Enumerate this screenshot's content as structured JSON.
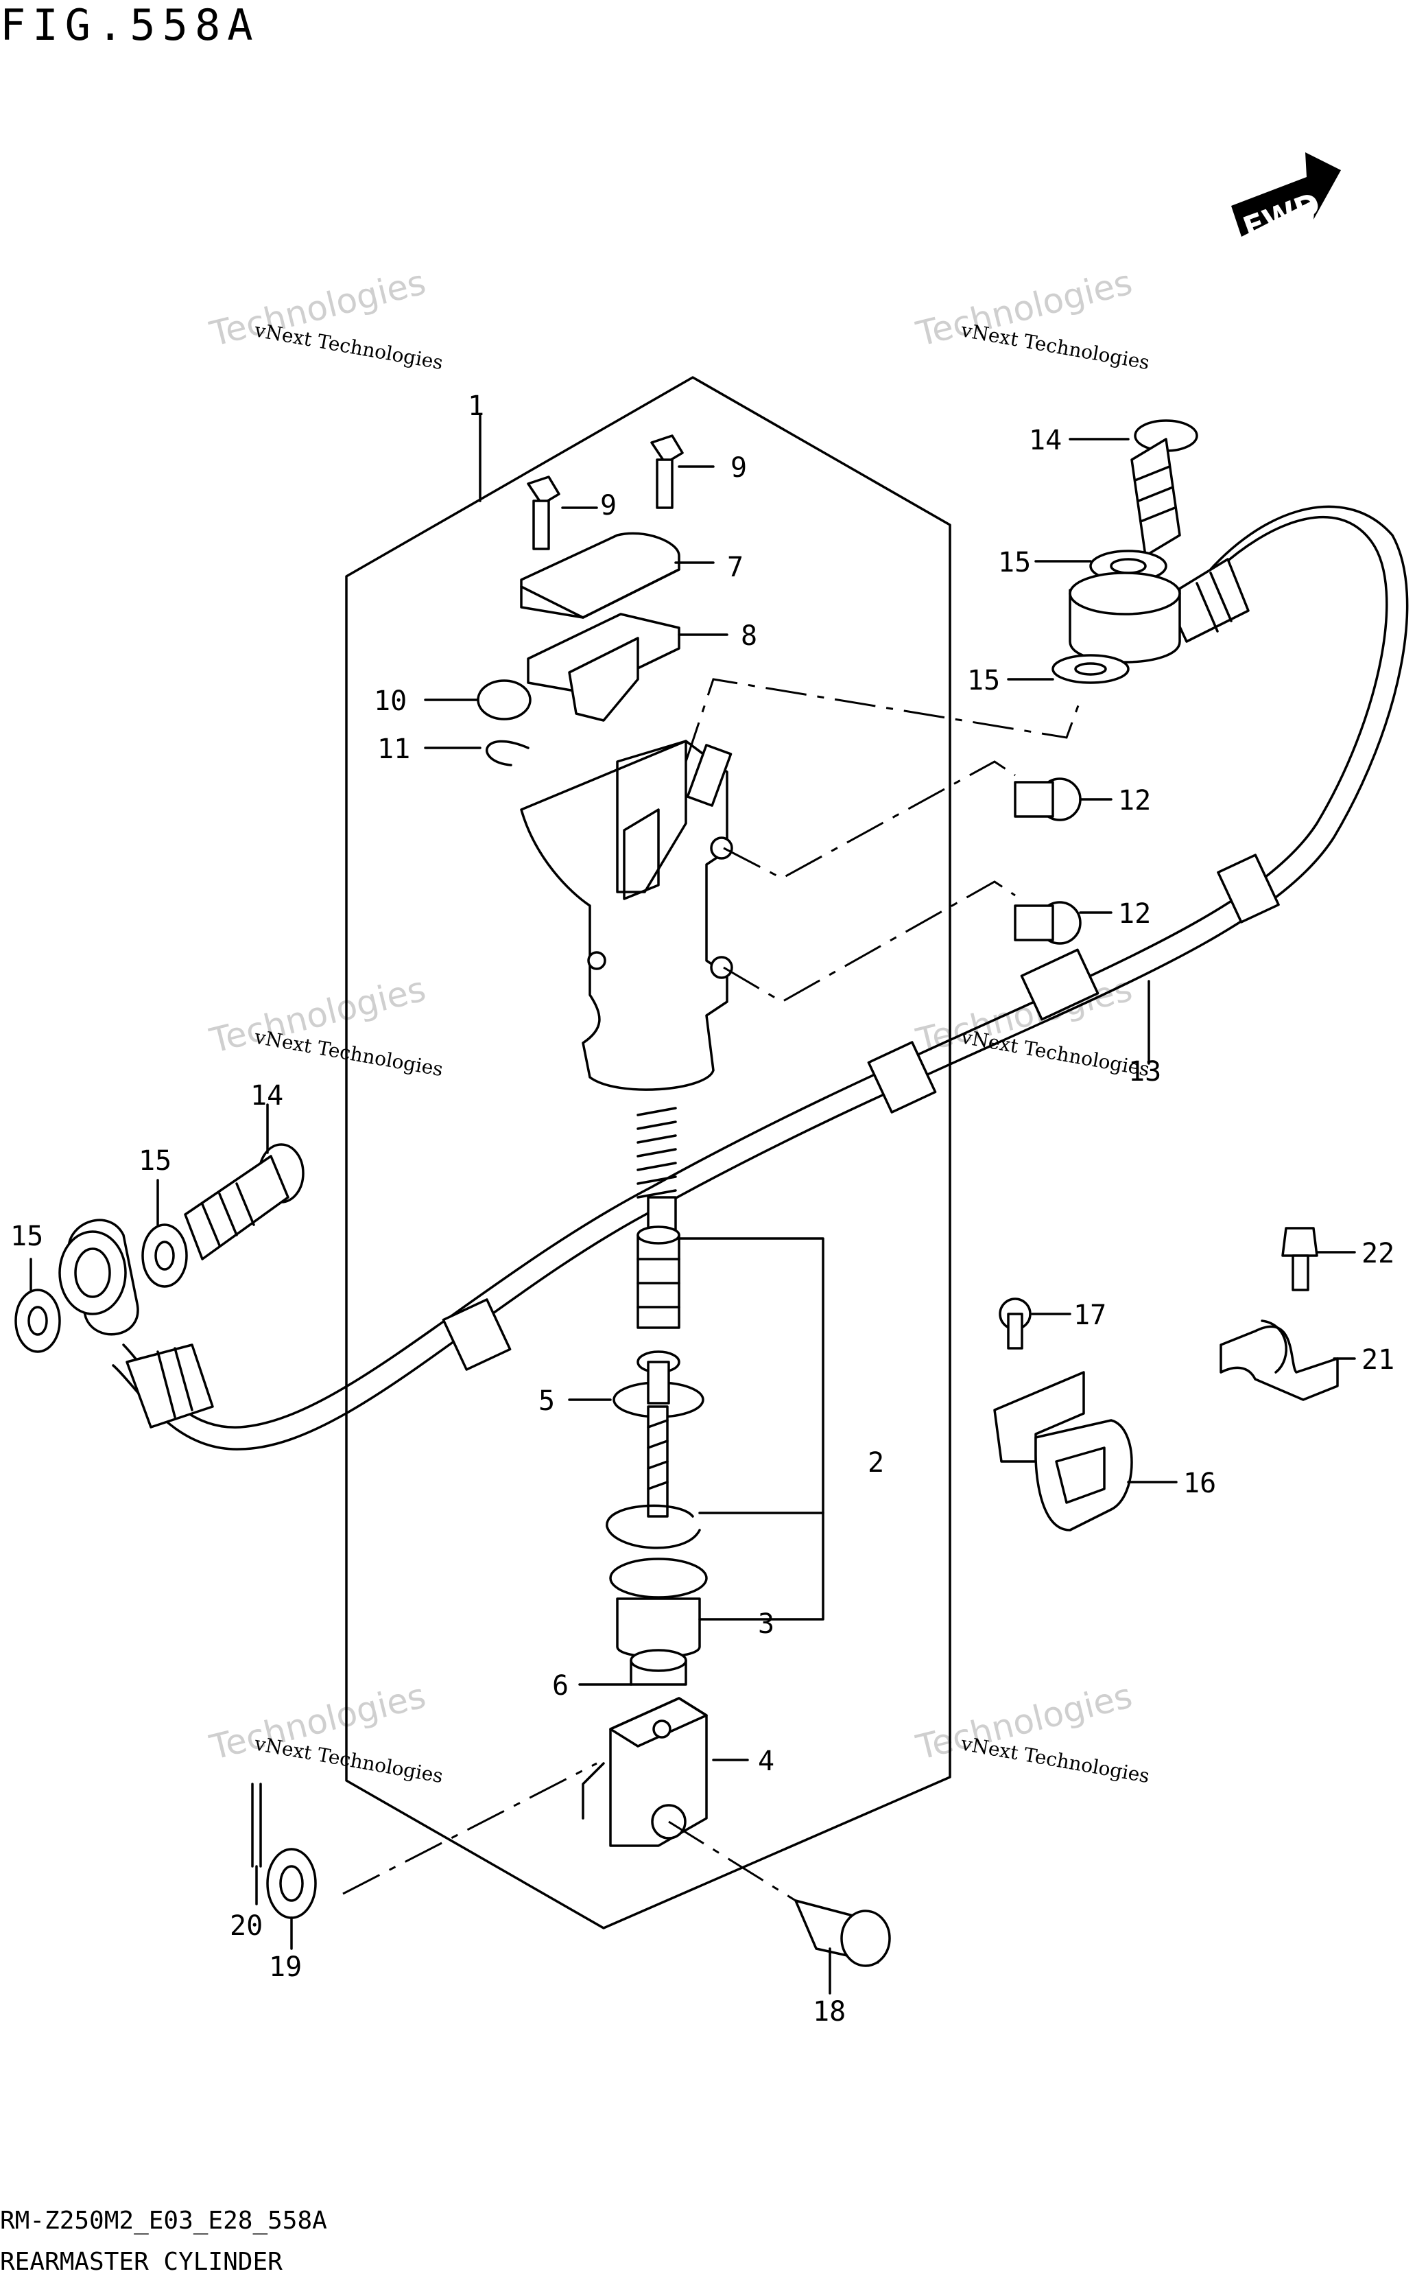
{
  "figure": {
    "title": "FIG.558A",
    "model_code": "RM-Z250M2_E03_E28_558A",
    "name": "REARMASTER CYLINDER"
  },
  "direction_badge": {
    "label": "FWD"
  },
  "watermark": {
    "line1": "vNext Technologies",
    "line2": "Technologies"
  },
  "callouts": [
    "1",
    "2",
    "3",
    "4",
    "5",
    "6",
    "7",
    "8",
    "9",
    "9",
    "10",
    "11",
    "12",
    "12",
    "13",
    "14",
    "14",
    "15",
    "15",
    "15",
    "15",
    "16",
    "17",
    "18",
    "19",
    "20",
    "21",
    "22"
  ]
}
